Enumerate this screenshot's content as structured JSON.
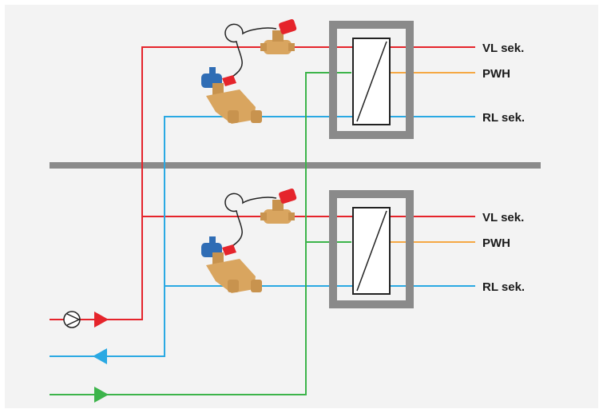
{
  "colors": {
    "supply": "#e5242b",
    "return": "#2aa9e3",
    "green": "#3cb44a",
    "pwh": "#f5a844",
    "housing": "#8a8a8a",
    "background": "#f3f3f3",
    "valve_body": "#d9a55f",
    "valve_cap_red": "#e5242b",
    "valve_cap_blue": "#2f6db5"
  },
  "units": [
    {
      "labels": {
        "supply": "VL sek.",
        "pwh": "PWH",
        "return": "RL sek."
      }
    },
    {
      "labels": {
        "supply": "VL sek.",
        "pwh": "PWH",
        "return": "RL sek."
      }
    }
  ],
  "icons": {
    "pump": "pump-icon",
    "heat_exchanger": "heat-exchanger-icon",
    "balancing_valve": "balancing-valve-icon",
    "pressure_control_valve": "pressure-control-valve-icon"
  }
}
